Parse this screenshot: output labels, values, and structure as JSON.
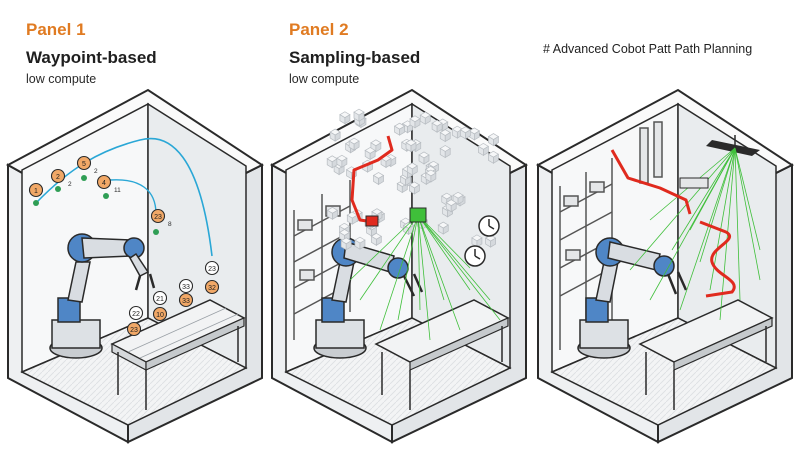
{
  "panels": [
    {
      "title": "Panel 1",
      "subtitle": "Waypoint-based",
      "note": "low compute"
    },
    {
      "title": "Panel 2",
      "subtitle": "Sampling-based",
      "note": "low compute"
    },
    {
      "title": "",
      "subtitle": "",
      "note": ""
    }
  ],
  "heading": "# Advanced Cobot Patt Path Planning",
  "waypoints": [
    {
      "label": "1",
      "tag": ""
    },
    {
      "label": "2",
      "tag": "2"
    },
    {
      "label": "5",
      "tag": "2"
    },
    {
      "label": "4",
      "tag": "11"
    },
    {
      "label": "23",
      "tag": "8"
    },
    {
      "label": "23",
      "tag": ""
    },
    {
      "label": "32",
      "tag": ""
    },
    {
      "label": "33",
      "tag": ""
    },
    {
      "label": "21",
      "tag": ""
    },
    {
      "label": "33",
      "tag": ""
    },
    {
      "label": "22",
      "tag": ""
    },
    {
      "label": "10",
      "tag": ""
    },
    {
      "label": "23",
      "tag": ""
    },
    {
      "label": "23",
      "tag": ""
    }
  ],
  "colors": {
    "accent": "#e07b22",
    "waypoint_path": "#2aa7d6",
    "planned_path": "#e02a1e",
    "sampling_rays": "#3fbf3a",
    "robot_blue": "#4f86c6",
    "robot_gray": "#d9dde2"
  }
}
